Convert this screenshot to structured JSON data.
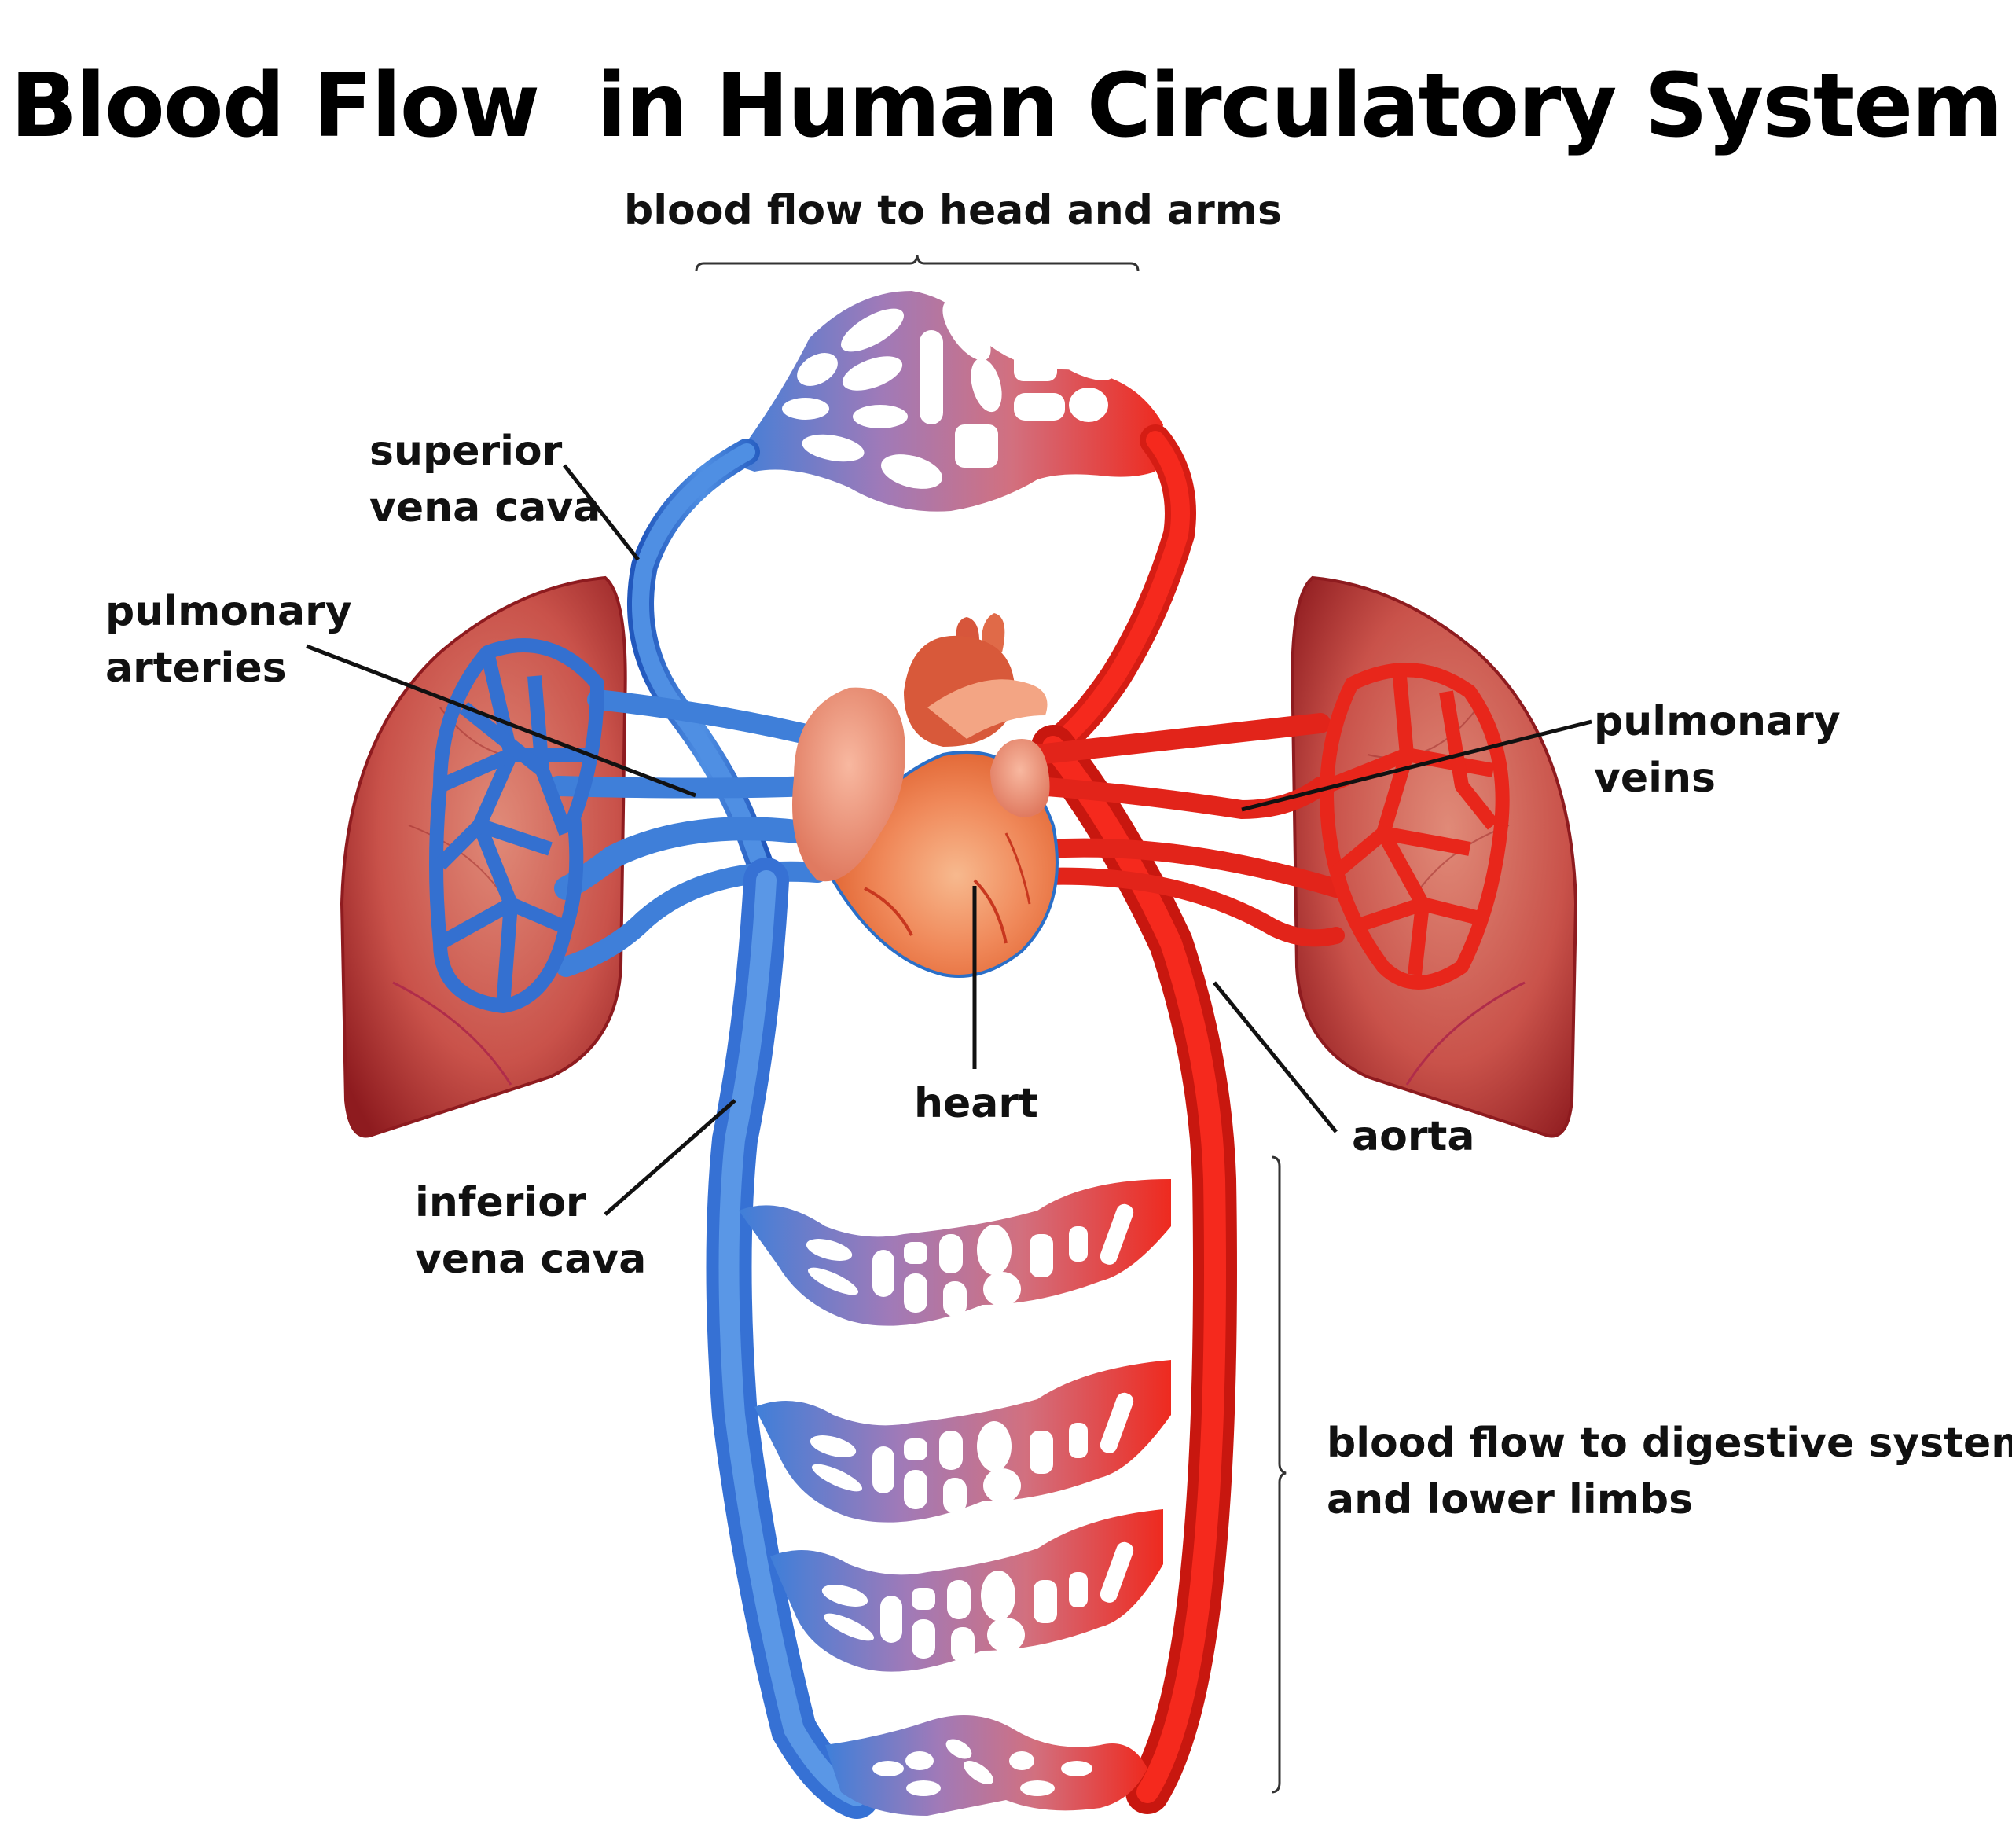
{
  "title": "Blood Flow  in Human Circulatory System",
  "labels": {
    "head_arms": "blood flow to head and arms",
    "superior_vena_cava": [
      "superior",
      "vena cava"
    ],
    "pulmonary_arteries": [
      "pulmonary",
      "arteries"
    ],
    "pulmonary_veins": [
      "pulmonary",
      "veins"
    ],
    "heart": "heart",
    "aorta": "aorta",
    "inferior_vena_cava": [
      "inferior",
      "vena cava"
    ],
    "digestive_lower": [
      "blood flow to digestive system",
      "and lower limbs"
    ]
  },
  "colors": {
    "deoxygenated": "#3f7fd9",
    "deoxygenated_dark": "#1f55b8",
    "oxygenated": "#ee2a1f",
    "oxygenated_dark": "#b7160f",
    "capillary_mid": "#b77ba8",
    "lung": "#c9524a",
    "lung_dark": "#9a1f22",
    "heart": "#f08a5d",
    "heart_light": "#f5a97f",
    "leader_line": "#111111"
  }
}
